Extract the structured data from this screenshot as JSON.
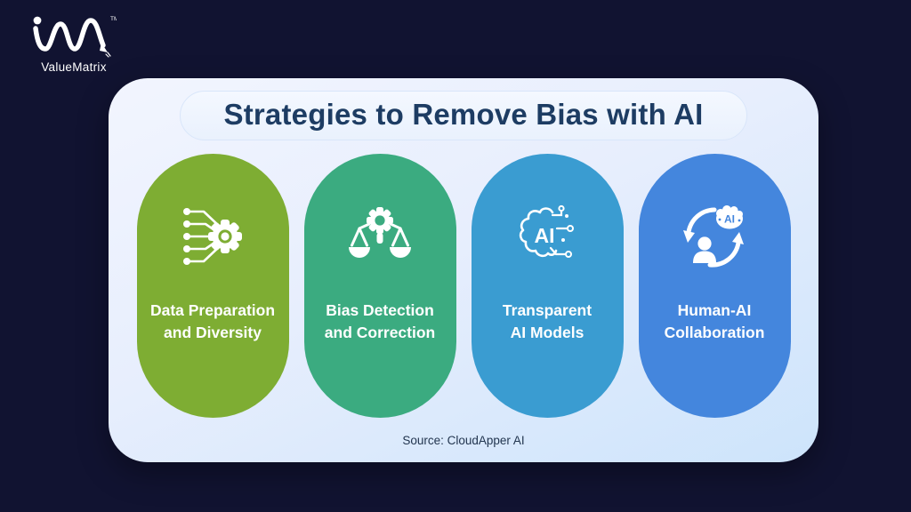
{
  "brand": {
    "logo_text": "ValueMatrix",
    "trademark": "TM",
    "logo_mark": "wave-signature-icon"
  },
  "title": "Strategies to Remove Bias with AI",
  "cards": [
    {
      "icon": "data-network-gear-icon",
      "color": "#7ead33",
      "line1": "Data Preparation",
      "line2": "and Diversity"
    },
    {
      "icon": "balance-scale-gear-icon",
      "color": "#3bab80",
      "line1": "Bias Detection",
      "line2": "and Correction"
    },
    {
      "icon": "ai-brain-circuit-icon",
      "color": "#3a9cd1",
      "line1": "Transparent",
      "line2": "AI Models"
    },
    {
      "icon": "human-ai-cycle-icon",
      "color": "#4486dd",
      "line1": "Human-AI",
      "line2": "Collaboration"
    }
  ],
  "source": "Source: CloudApper AI",
  "colors": {
    "background": "#111331",
    "panel_top": "#f2f5fe",
    "panel_bottom": "#cde4fb",
    "title_text": "#1d3c63",
    "card_text": "#ffffff"
  }
}
